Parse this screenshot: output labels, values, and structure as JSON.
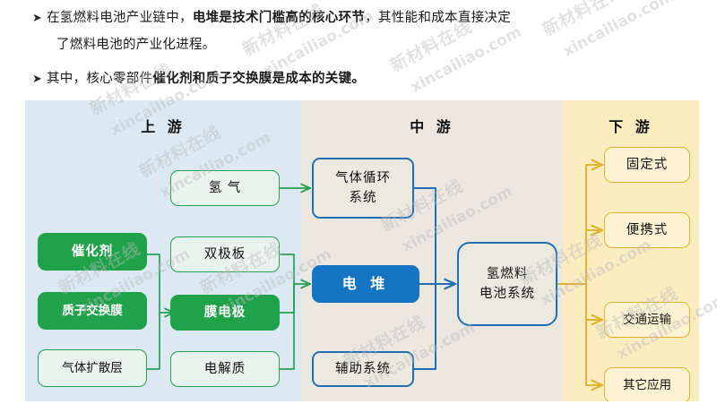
{
  "bullets": [
    {
      "marker": "➤",
      "segments": [
        {
          "text": "在氢燃料电池产业链中，",
          "bold": false
        },
        {
          "text": "电堆是技术门槛高的核心环节",
          "bold": true
        },
        {
          "text": "，其性能和成本直接决定",
          "bold": false
        }
      ]
    },
    {
      "marker": "",
      "segments": [
        {
          "text": "了燃料电池的产业化进程。",
          "bold": false
        }
      ]
    },
    {
      "marker": "➤",
      "segments": [
        {
          "text": "其中，核心零部件",
          "bold": false
        },
        {
          "text": "催化剂和质子交换膜是成本的关键。",
          "bold": true
        }
      ]
    }
  ],
  "diagram": {
    "bands": [
      {
        "id": "upstream",
        "title": "上 游",
        "bg": "#dce9f3"
      },
      {
        "id": "midstream",
        "title": "中 游",
        "bg": "#ece8df"
      },
      {
        "id": "downstream",
        "title": "下 游",
        "bg": "#fcedc0"
      }
    ],
    "nodes": {
      "catalyst": {
        "label": "催化剂",
        "style": "green-filled"
      },
      "pem": {
        "label": "质子交换膜",
        "style": "green-filled"
      },
      "gdl": {
        "label": "气体扩散层",
        "style": "green-outline"
      },
      "hydrogen": {
        "label": "氢 气",
        "style": "green-outline"
      },
      "bipolar_plate": {
        "label": "双极板",
        "style": "green-outline"
      },
      "mea": {
        "label": "膜电极",
        "style": "green-filled"
      },
      "electrolyte": {
        "label": "电解质",
        "style": "green-outline"
      },
      "gas_circulation": {
        "line1": "气体循环",
        "line2": "系统",
        "style": "blue-outline"
      },
      "stack": {
        "label": "电 堆",
        "style": "blue-filled"
      },
      "auxiliary": {
        "label": "辅助系统",
        "style": "blue-outline"
      },
      "fc_system": {
        "line1": "氢燃料",
        "line2": "电池系统",
        "style": "blue-outline"
      },
      "stationary": {
        "label": "固定式",
        "style": "yellow-outline"
      },
      "portable": {
        "label": "便携式",
        "style": "yellow-outline"
      },
      "transport": {
        "label": "交通运输",
        "style": "yellow-outline"
      },
      "other_apps": {
        "label": "其它应用",
        "style": "yellow-outline"
      }
    },
    "colors": {
      "green_line": "#25a152",
      "green_fill": "#20a24a",
      "blue_line": "#1f6fb5",
      "blue_fill": "#1675c2",
      "yellow_line": "#e3b32c",
      "yellow_fill": "#fdf3d2",
      "band_upstream": "#dce9f3",
      "band_midstream": "#ece8df",
      "band_downstream": "#fcedc0"
    }
  },
  "watermarks": {
    "chinese": "新材料在线",
    "english": "xincailiao.com"
  }
}
